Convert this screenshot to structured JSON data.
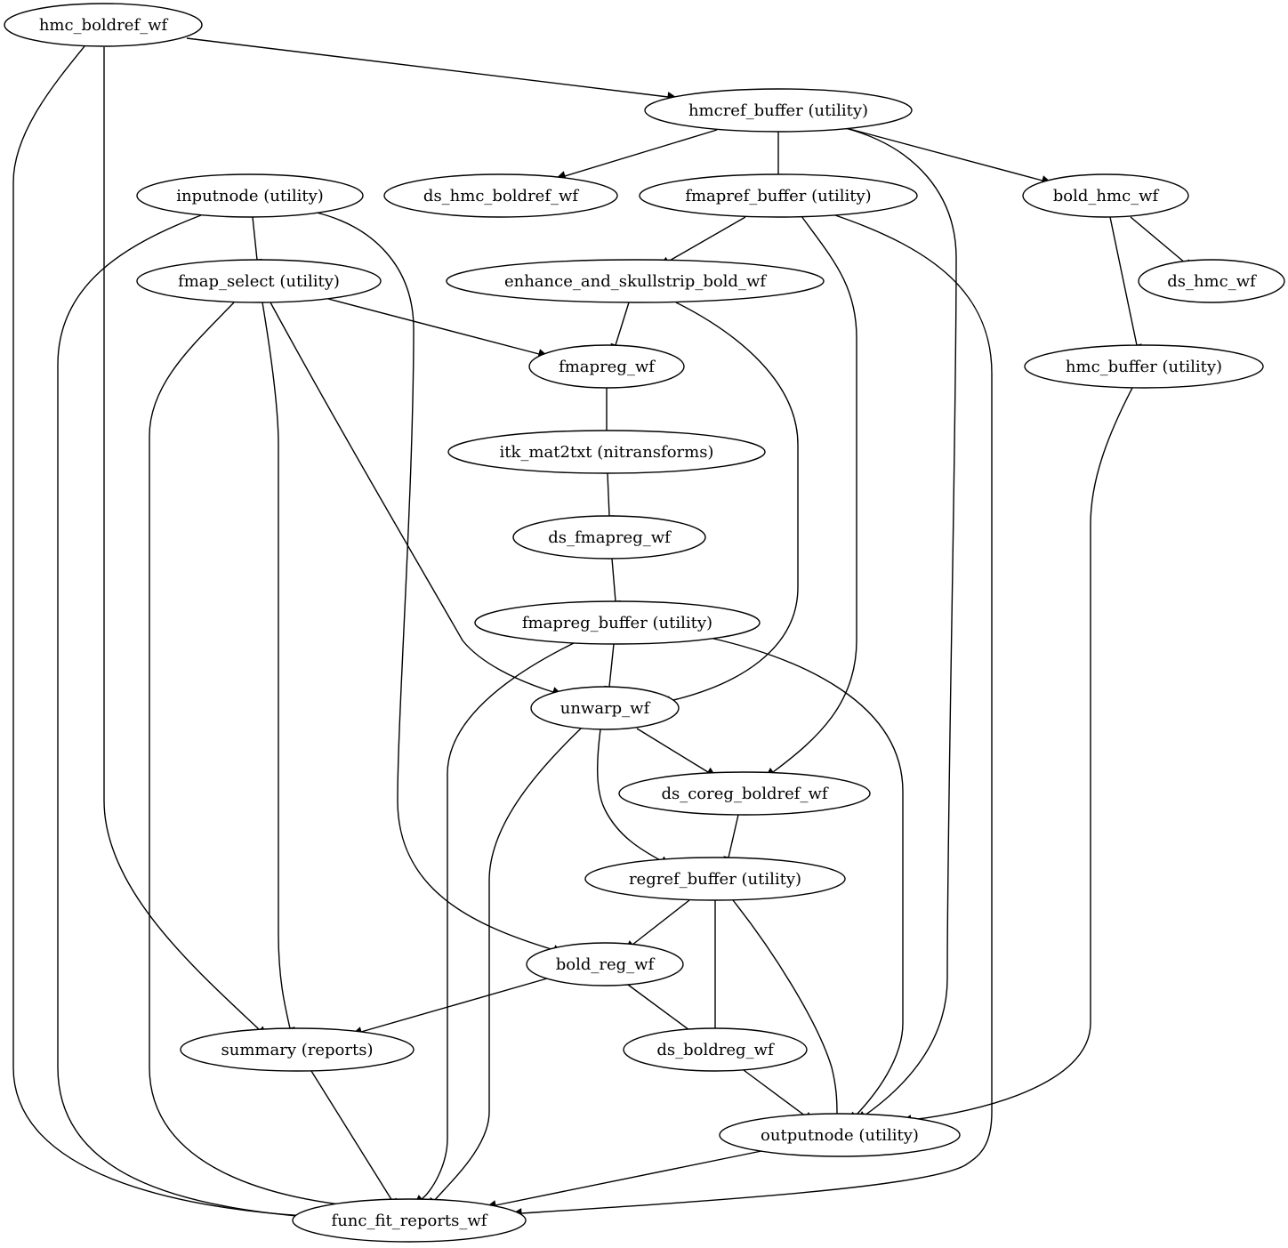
{
  "graph": {
    "nodes": [
      {
        "id": "hmc_boldref_wf",
        "label": "hmc_boldref_wf"
      },
      {
        "id": "hmcref_buffer",
        "label": "hmcref_buffer (utility)"
      },
      {
        "id": "inputnode",
        "label": "inputnode (utility)"
      },
      {
        "id": "ds_hmc_boldref_wf",
        "label": "ds_hmc_boldref_wf"
      },
      {
        "id": "fmapref_buffer",
        "label": "fmapref_buffer (utility)"
      },
      {
        "id": "bold_hmc_wf",
        "label": "bold_hmc_wf"
      },
      {
        "id": "fmap_select",
        "label": "fmap_select (utility)"
      },
      {
        "id": "enhance_and_skullstrip_bold_wf",
        "label": "enhance_and_skullstrip_bold_wf"
      },
      {
        "id": "ds_hmc_wf",
        "label": "ds_hmc_wf"
      },
      {
        "id": "fmapreg_wf",
        "label": "fmapreg_wf"
      },
      {
        "id": "hmc_buffer",
        "label": "hmc_buffer (utility)"
      },
      {
        "id": "itk_mat2txt",
        "label": "itk_mat2txt (nitransforms)"
      },
      {
        "id": "ds_fmapreg_wf",
        "label": "ds_fmapreg_wf"
      },
      {
        "id": "fmapreg_buffer",
        "label": "fmapreg_buffer (utility)"
      },
      {
        "id": "unwarp_wf",
        "label": "unwarp_wf"
      },
      {
        "id": "ds_coreg_boldref_wf",
        "label": "ds_coreg_boldref_wf"
      },
      {
        "id": "regref_buffer",
        "label": "regref_buffer (utility)"
      },
      {
        "id": "bold_reg_wf",
        "label": "bold_reg_wf"
      },
      {
        "id": "summary",
        "label": "summary (reports)"
      },
      {
        "id": "ds_boldreg_wf",
        "label": "ds_boldreg_wf"
      },
      {
        "id": "outputnode",
        "label": "outputnode (utility)"
      },
      {
        "id": "func_fit_reports_wf",
        "label": "func_fit_reports_wf"
      }
    ],
    "edges": [
      {
        "from": "hmc_boldref_wf",
        "to": "hmcref_buffer"
      },
      {
        "from": "hmc_boldref_wf",
        "to": "summary"
      },
      {
        "from": "hmc_boldref_wf",
        "to": "func_fit_reports_wf"
      },
      {
        "from": "hmcref_buffer",
        "to": "ds_hmc_boldref_wf"
      },
      {
        "from": "hmcref_buffer",
        "to": "fmapref_buffer"
      },
      {
        "from": "hmcref_buffer",
        "to": "bold_hmc_wf"
      },
      {
        "from": "hmcref_buffer",
        "to": "outputnode"
      },
      {
        "from": "inputnode",
        "to": "fmap_select"
      },
      {
        "from": "inputnode",
        "to": "bold_reg_wf"
      },
      {
        "from": "inputnode",
        "to": "func_fit_reports_wf"
      },
      {
        "from": "fmapref_buffer",
        "to": "enhance_and_skullstrip_bold_wf"
      },
      {
        "from": "fmapref_buffer",
        "to": "ds_coreg_boldref_wf"
      },
      {
        "from": "fmapref_buffer",
        "to": "func_fit_reports_wf"
      },
      {
        "from": "bold_hmc_wf",
        "to": "ds_hmc_wf"
      },
      {
        "from": "bold_hmc_wf",
        "to": "hmc_buffer"
      },
      {
        "from": "fmap_select",
        "to": "fmapreg_wf"
      },
      {
        "from": "fmap_select",
        "to": "unwarp_wf"
      },
      {
        "from": "fmap_select",
        "to": "summary"
      },
      {
        "from": "fmap_select",
        "to": "func_fit_reports_wf"
      },
      {
        "from": "enhance_and_skullstrip_bold_wf",
        "to": "fmapreg_wf"
      },
      {
        "from": "enhance_and_skullstrip_bold_wf",
        "to": "unwarp_wf"
      },
      {
        "from": "fmapreg_wf",
        "to": "itk_mat2txt"
      },
      {
        "from": "hmc_buffer",
        "to": "outputnode"
      },
      {
        "from": "itk_mat2txt",
        "to": "ds_fmapreg_wf"
      },
      {
        "from": "ds_fmapreg_wf",
        "to": "fmapreg_buffer"
      },
      {
        "from": "fmapreg_buffer",
        "to": "unwarp_wf"
      },
      {
        "from": "fmapreg_buffer",
        "to": "func_fit_reports_wf"
      },
      {
        "from": "fmapreg_buffer",
        "to": "outputnode"
      },
      {
        "from": "unwarp_wf",
        "to": "ds_coreg_boldref_wf"
      },
      {
        "from": "unwarp_wf",
        "to": "regref_buffer"
      },
      {
        "from": "unwarp_wf",
        "to": "func_fit_reports_wf"
      },
      {
        "from": "ds_coreg_boldref_wf",
        "to": "regref_buffer"
      },
      {
        "from": "regref_buffer",
        "to": "bold_reg_wf"
      },
      {
        "from": "regref_buffer",
        "to": "ds_boldreg_wf"
      },
      {
        "from": "regref_buffer",
        "to": "outputnode"
      },
      {
        "from": "bold_reg_wf",
        "to": "summary"
      },
      {
        "from": "bold_reg_wf",
        "to": "ds_boldreg_wf"
      },
      {
        "from": "summary",
        "to": "func_fit_reports_wf"
      },
      {
        "from": "ds_boldreg_wf",
        "to": "outputnode"
      },
      {
        "from": "outputnode",
        "to": "func_fit_reports_wf"
      }
    ]
  }
}
